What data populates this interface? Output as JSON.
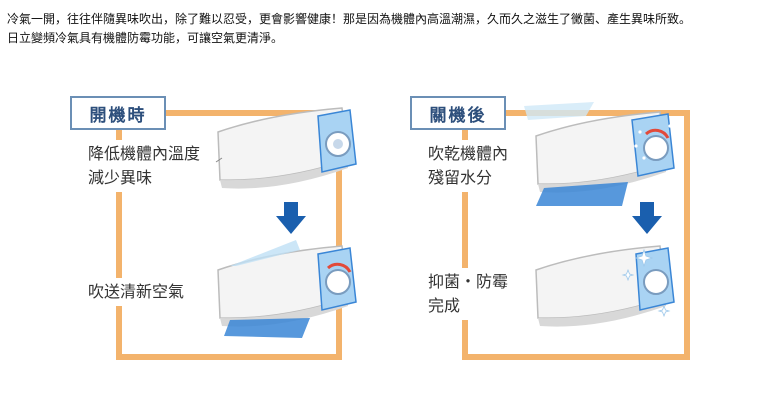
{
  "intro": {
    "line1": "冷氣一開，往往伴隨異味吹出，除了難以忍受，更會影響健康！那是因為機體內高溫潮濕，久而久之滋生了黴菌、產生異味所致。",
    "line2": "日立變頻冷氣具有機體防霉功能，可讓空氣更清淨。"
  },
  "panel_on": {
    "title": "開機時",
    "step1": {
      "line1": "降低機體內溫度",
      "line2": "減少異味"
    },
    "step2": {
      "line1": "吹送清新空氣"
    }
  },
  "panel_off": {
    "title": "關機後",
    "step1": {
      "line1": "吹乾機體內",
      "line2": "殘留水分"
    },
    "step2": {
      "line1": "抑菌・防霉",
      "line2": "完成"
    }
  },
  "colors": {
    "frame": "#f3b36c",
    "badge_border": "#6b8fb5",
    "arrow": "#1a5fae",
    "airflow": "#3a86d6"
  },
  "icons": {
    "down_arrow": "down-arrow-icon",
    "air_conditioner": "air-conditioner-icon",
    "airflow": "airflow-icon",
    "fan": "fan-icon",
    "sparkle": "sparkle-icon"
  }
}
